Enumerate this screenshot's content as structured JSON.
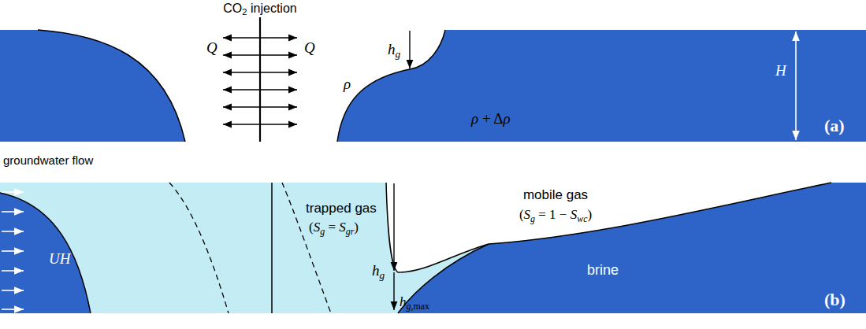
{
  "diagram": {
    "labels": [
      "CO2 injection",
      "Q",
      "Q",
      "hg",
      "ρ",
      "ρ + Δρ",
      "H",
      "(a)",
      "groundwater flow",
      "UH",
      "trapped gas",
      "(Sg = Sgr)",
      "mobile gas",
      "(Sg = 1 − Swc)",
      "hg",
      "hg,max",
      "brine",
      "(b)"
    ]
  }
}
